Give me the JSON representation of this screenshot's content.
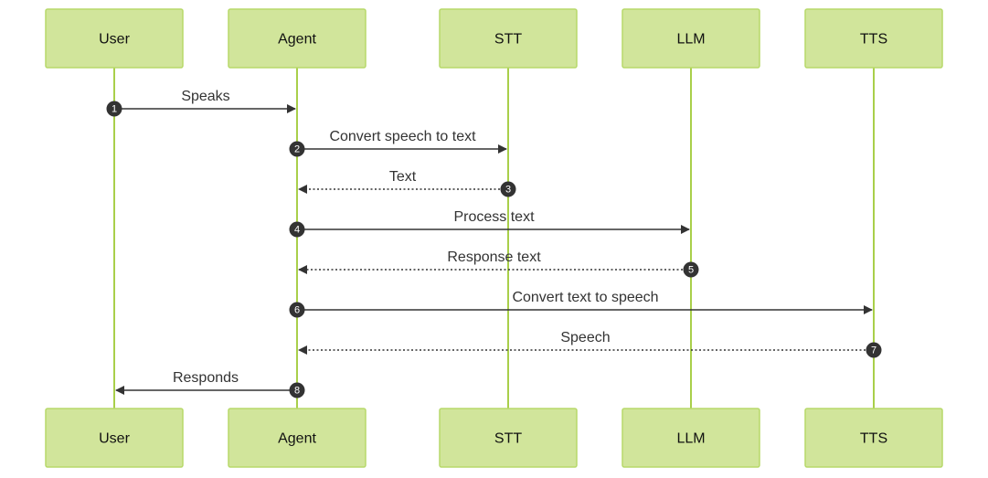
{
  "diagram": {
    "participants": [
      {
        "id": "user",
        "label": "User"
      },
      {
        "id": "agent",
        "label": "Agent"
      },
      {
        "id": "stt",
        "label": "STT"
      },
      {
        "id": "llm",
        "label": "LLM"
      },
      {
        "id": "tts",
        "label": "TTS"
      }
    ],
    "messages": [
      {
        "seq": "1",
        "from": "user",
        "to": "agent",
        "label": "Speaks",
        "style": "solid"
      },
      {
        "seq": "2",
        "from": "agent",
        "to": "stt",
        "label": "Convert speech to text",
        "style": "solid"
      },
      {
        "seq": "3",
        "from": "stt",
        "to": "agent",
        "label": "Text",
        "style": "dotted"
      },
      {
        "seq": "4",
        "from": "agent",
        "to": "llm",
        "label": "Process text",
        "style": "solid"
      },
      {
        "seq": "5",
        "from": "llm",
        "to": "agent",
        "label": "Response text",
        "style": "dotted"
      },
      {
        "seq": "6",
        "from": "agent",
        "to": "tts",
        "label": "Convert text to speech",
        "style": "solid"
      },
      {
        "seq": "7",
        "from": "tts",
        "to": "agent",
        "label": "Speech",
        "style": "dotted"
      },
      {
        "seq": "8",
        "from": "agent",
        "to": "user",
        "label": "Responds",
        "style": "solid"
      }
    ],
    "colors": {
      "actor_fill": "#d1e59b",
      "actor_border": "#b7d96a",
      "lifeline": "#a9cf4a",
      "message": "#333333"
    }
  }
}
